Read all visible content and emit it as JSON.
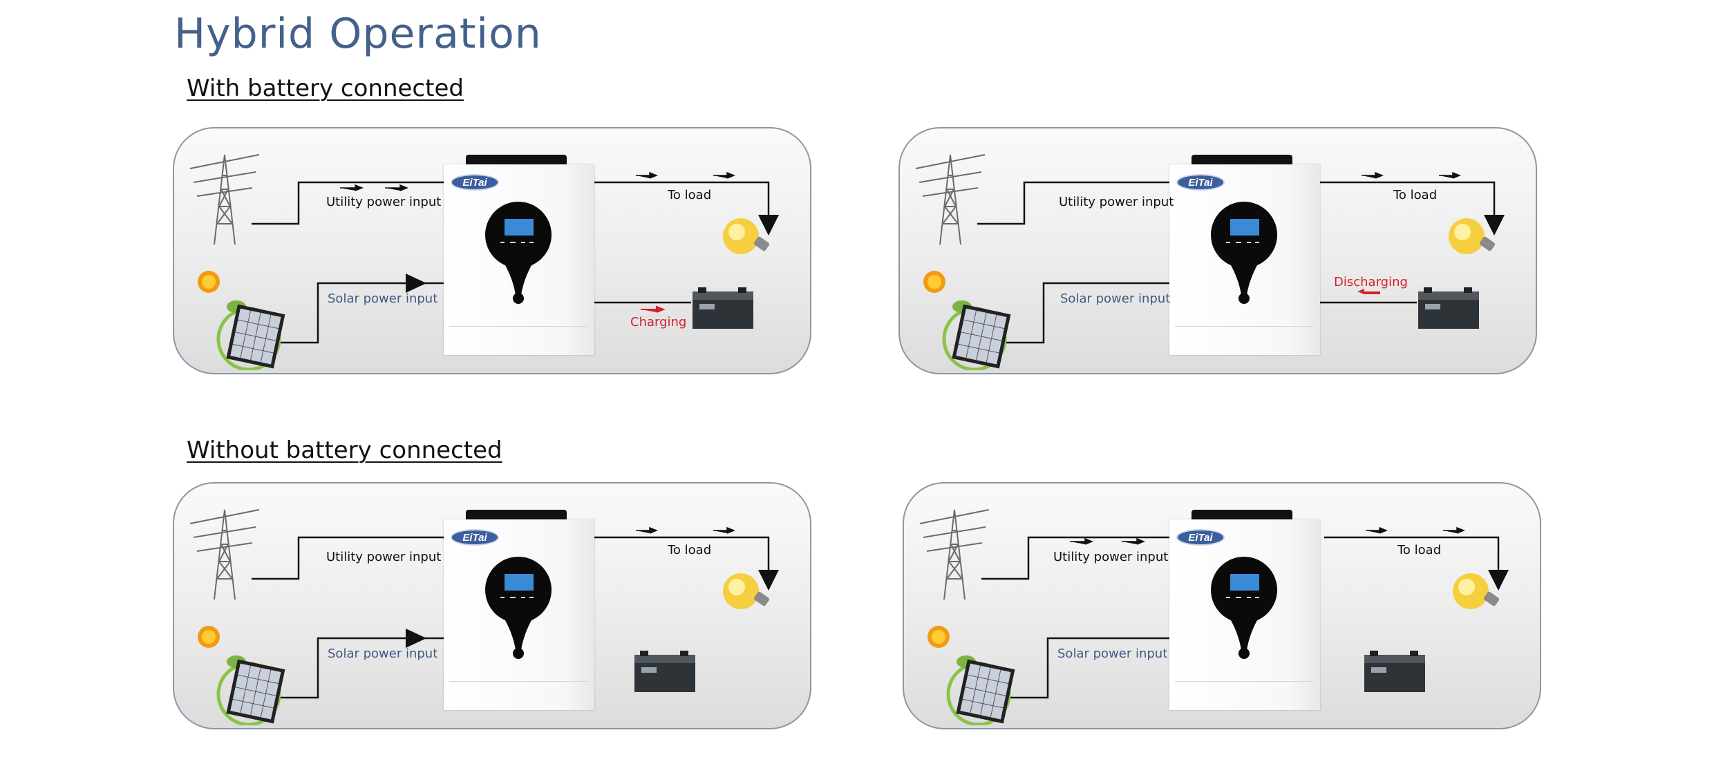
{
  "page": {
    "title": "Hybrid Operation"
  },
  "sections": {
    "with_battery": "With battery connected",
    "without_battery": "Without battery connected"
  },
  "inverter": {
    "brand": "EiTai"
  },
  "panels": [
    {
      "utility": "Utility power input",
      "solar": "Solar power input",
      "load": "To load",
      "battery_status": "Charging"
    },
    {
      "utility": "Utility power input",
      "solar": "Solar power input",
      "load": "To load",
      "battery_status": "Discharging"
    },
    {
      "utility": "Utility power input",
      "solar": "Solar power input",
      "load": "To load",
      "battery_status": ""
    },
    {
      "utility": "Utility power input",
      "solar": "Solar power input",
      "load": "To load",
      "battery_status": ""
    }
  ],
  "colors": {
    "title": "#43618a",
    "solar_label": "#3e5a86",
    "battery_label": "#d3202a",
    "panel_border": "#8799a8"
  }
}
